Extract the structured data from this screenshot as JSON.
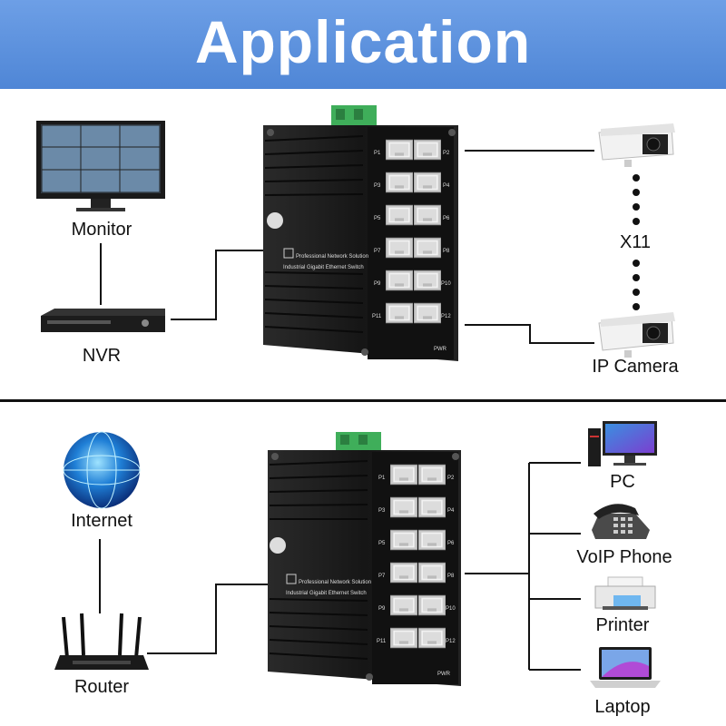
{
  "banner": {
    "title": "Application"
  },
  "top": {
    "labels": {
      "monitor": "Monitor",
      "nvr": "NVR",
      "camera_count": "X11",
      "ip_camera": "IP Camera"
    }
  },
  "bottom": {
    "labels": {
      "internet": "Internet",
      "router": "Router",
      "pc": "PC",
      "voip_phone": "VoIP Phone",
      "printer": "Printer",
      "laptop": "Laptop"
    }
  },
  "switch": {
    "label_line1": "Professional Network Solution",
    "label_line2": "Industrial Gigabit Ethernet Switch",
    "ports_left": [
      "P1",
      "P3",
      "P5",
      "P7",
      "P9",
      "P11"
    ],
    "ports_right": [
      "P2",
      "P4",
      "P6",
      "P8",
      "P10",
      "P12"
    ],
    "pwr": "PWR"
  },
  "colors": {
    "banner": "#5a8fdc",
    "switch_body": "#1c1c1c",
    "terminal": "#3fae5a",
    "line": "#111111"
  }
}
